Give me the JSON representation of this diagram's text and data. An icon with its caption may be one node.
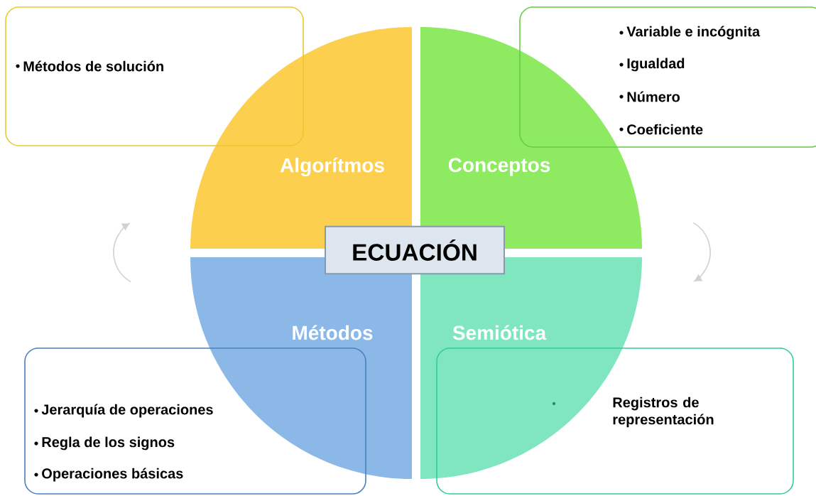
{
  "diagram": {
    "nodes": [
      {
        "text": [
          "Métodos de solución"
        ]
      },
      {
        "text": [
          "Variable e incógnita",
          "Igualdad",
          "Número",
          "Coeficiente"
        ]
      },
      {
        "text": [
          "Algorítmos"
        ]
      },
      {
        "text": [
          "Conceptos"
        ]
      },
      {
        "text": [
          "ECUACIÓN"
        ]
      },
      {
        "text": [
          "Métodos"
        ]
      },
      {
        "text": [
          "Semiótica"
        ]
      },
      {
        "text": [
          "Jerarquía de operaciones",
          "Regla de los signos",
          "Operaciones básicas"
        ]
      },
      {
        "text": [
          "Registros de representación"
        ]
      }
    ]
  }
}
